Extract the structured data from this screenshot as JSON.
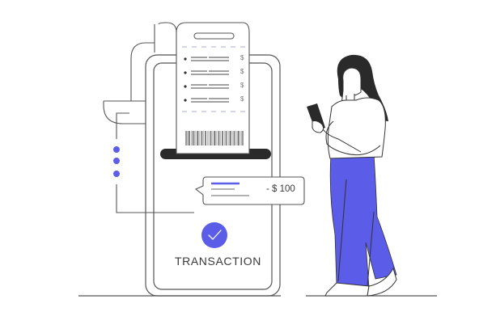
{
  "illustration": {
    "subject": "mobile payment transaction",
    "colors": {
      "accent": "#5b5ce8",
      "line": "#4a4a4a",
      "dark": "#2a2a2a",
      "dash": "#a9acd6",
      "background": "#ffffff"
    },
    "phone": {
      "status_label": "TRANSACTION",
      "status_icon": "checkmark-icon"
    },
    "receipt": {
      "item_count": 4,
      "currency_symbol": "$",
      "items": [
        {
          "symbol": "$"
        },
        {
          "symbol": "$"
        },
        {
          "symbol": "$"
        },
        {
          "symbol": "$"
        }
      ]
    },
    "notification": {
      "amount": "- $ 100"
    },
    "side_indicator": {
      "dot_count": 3
    }
  }
}
